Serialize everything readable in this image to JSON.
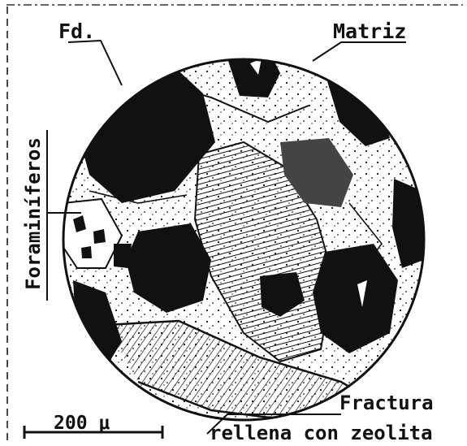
{
  "labels": {
    "fd": "Fd.",
    "matriz": "Matriz",
    "foraminiferos": "Foraminíferos",
    "scale": "200 μ",
    "fractura_line1": "Fractura",
    "fractura_line2": "rellena con zeolita"
  },
  "colors": {
    "ink": "#111111",
    "paper": "#ffffff"
  }
}
